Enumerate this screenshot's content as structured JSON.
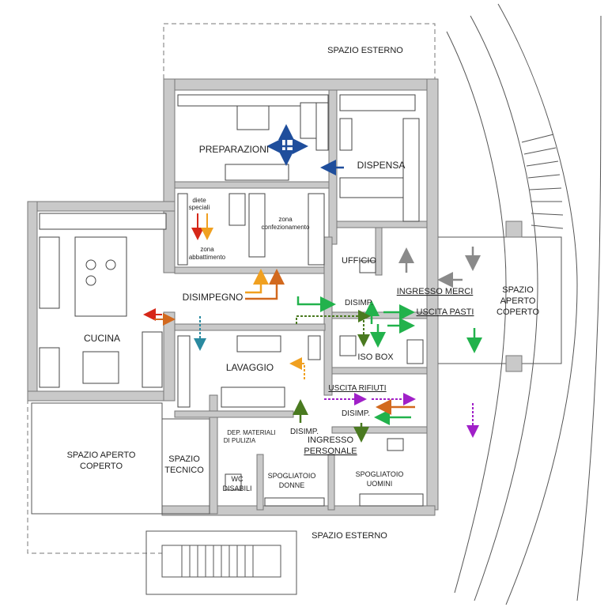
{
  "rooms": {
    "spazio_esterno_top": "SPAZIO ESTERNO",
    "spazio_esterno_bottom": "SPAZIO ESTERNO",
    "preparazioni": "PREPARAZIONI",
    "dispensa": "DISPENSA",
    "diete_speciali_1": "diete",
    "diete_speciali_2": "speciali",
    "zona_confezionamento_1": "zona",
    "zona_confezionamento_2": "confezionamento",
    "zona_abbattimento_1": "zona",
    "zona_abbattimento_2": "abbattimento",
    "ufficio": "UFFICIO",
    "disimpegno": "DISIMPEGNO",
    "disimp_1": "DISIMP.",
    "ingresso_merci": "INGRESSO MERCI",
    "uscita_pasti": "USCITA PASTI",
    "spazio_aperto_coperto_right_1": "SPAZIO",
    "spazio_aperto_coperto_right_2": "APERTO",
    "spazio_aperto_coperto_right_3": "COPERTO",
    "cucina": "CUCINA",
    "iso_box": "ISO BOX",
    "lavaggio": "LAVAGGIO",
    "uscita_rifiuti": "USCITA RIFIUTI",
    "disimp_2": "DISIMP.",
    "disimp_3": "DISIMP.",
    "dep_materiali_1": "DEP. MATERIALI",
    "dep_materiali_2": "DI PULIZIA",
    "ingresso_personale_1": "INGRESSO",
    "ingresso_personale_2": "PERSONALE",
    "spazio_aperto_coperto_left_1": "SPAZIO APERTO",
    "spazio_aperto_coperto_left_2": "COPERTO",
    "spazio_tecnico_1": "SPAZIO",
    "spazio_tecnico_2": "TECNICO",
    "wc_disabili_1": "WC",
    "wc_disabili_2": "DISABILI",
    "spogliatoio_donne_1": "SPOGLIATOIO",
    "spogliatoio_donne_2": "DONNE",
    "spogliatoio_uomini_1": "SPOGLIATOIO",
    "spogliatoio_uomini_2": "UOMINI"
  },
  "colors": {
    "wall": "#c9c9c9",
    "blue_flow": "#1f4e9c",
    "red_flow": "#d62718",
    "orange_flow": "#f0a020",
    "green_flow": "#22b24c",
    "dark_green_flow": "#4a7a20",
    "purple_flow": "#a020c8",
    "grey_flow": "#8a8a8a",
    "teal_flow": "#2a8aa0",
    "brown_orange_flow": "#d2691e"
  }
}
